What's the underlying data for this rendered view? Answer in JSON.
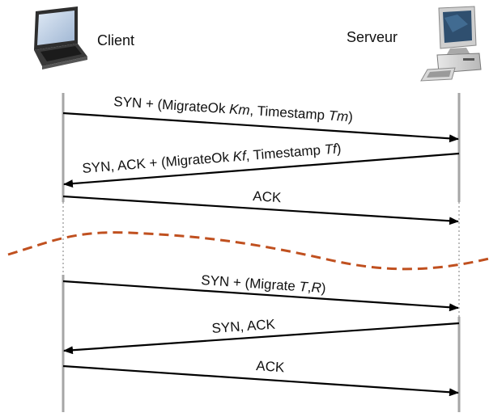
{
  "nodes": {
    "client": "Client",
    "server": "Serveur"
  },
  "messages": [
    {
      "pre": "SYN + (MigrateOk ",
      "var1": "Km",
      "mid": ", Timestamp ",
      "var2": "Tm",
      "post": ")"
    },
    {
      "pre": "SYN, ACK + (MigrateOk ",
      "var1": "Kf",
      "mid": ", Timestamp ",
      "var2": "Tf",
      "post": ")"
    },
    {
      "pre": "ACK"
    },
    {
      "pre": "SYN + (Migrate ",
      "var1": "T",
      "mid": ",",
      "var2": "R",
      "post": ")"
    },
    {
      "pre": "SYN, ACK"
    },
    {
      "pre": "ACK"
    }
  ],
  "colors": {
    "lifeline": "#a6a6a6",
    "arrow": "#000000",
    "separator": "#c0501f"
  },
  "icons": {
    "client": "laptop-icon",
    "server": "desktop-computer-icon"
  }
}
